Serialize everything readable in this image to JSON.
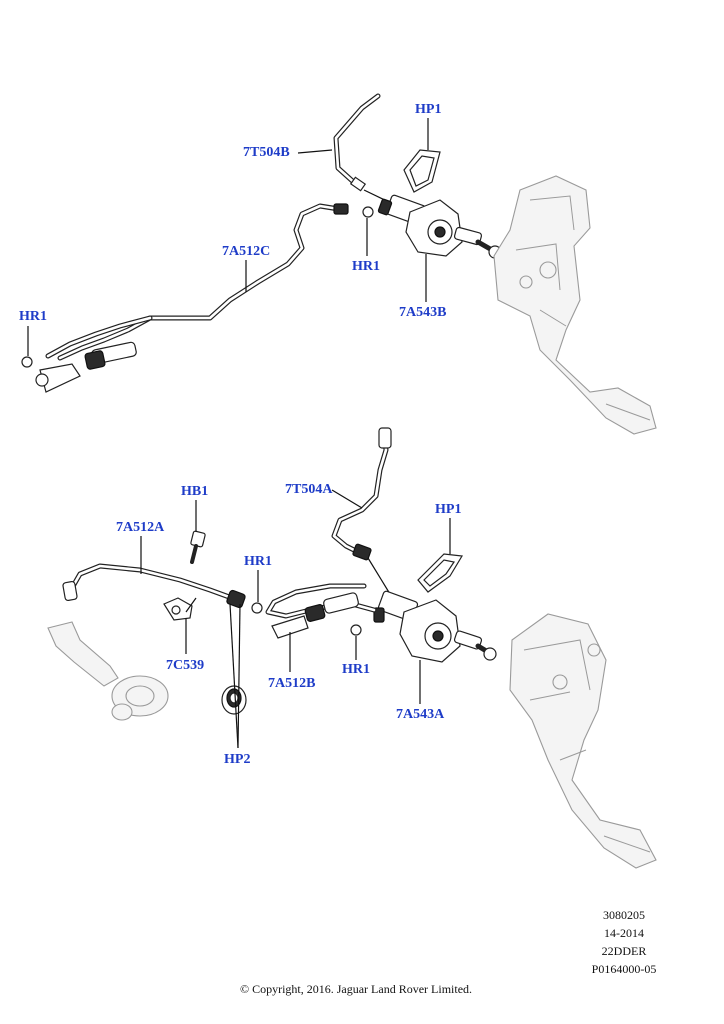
{
  "diagram": {
    "top_assembly": {
      "labels": {
        "hose_7t504b": "7T504B",
        "seal_hp1_top": "HP1",
        "pipe_7a512c": "7A512C",
        "clip_hr1_top_mid": "HR1",
        "clip_hr1_top_left": "HR1",
        "master_cyl_7a543b": "7A543B"
      }
    },
    "bottom_assembly": {
      "labels": {
        "hose_7t504a": "7T504A",
        "bolt_hb1": "HB1",
        "pipe_7a512a": "7A512A",
        "clip_hr1_bottom_upper": "HR1",
        "seal_hp1_bottom": "HP1",
        "bracket_7c539": "7C539",
        "pipe_7a512b": "7A512B",
        "clip_hr1_bottom_lower": "HR1",
        "master_cyl_7a543a": "7A543A",
        "grommet_hp2": "HP2"
      }
    }
  },
  "info_block": {
    "line1": "3080205",
    "line2": "14-2014",
    "line3": "22DDER",
    "line4": "P0164000-05"
  },
  "footer": {
    "copyright": "© Copyright, 2016. Jaguar Land Rover Limited."
  },
  "colors": {
    "label_blue": "#1e3cc8",
    "line_black": "#111111",
    "ghost_grey": "#9a9a9a"
  }
}
